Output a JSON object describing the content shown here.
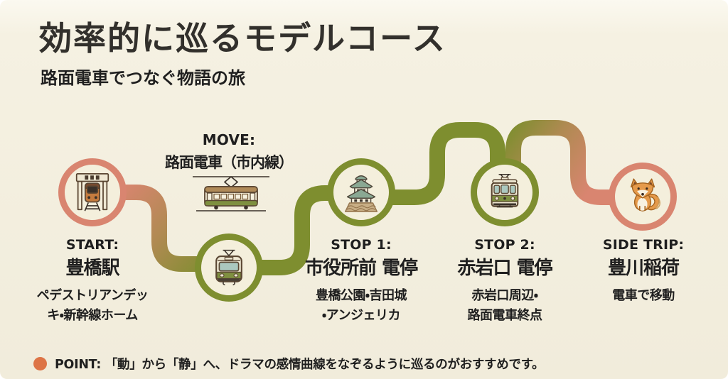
{
  "header": {
    "title": "効率的に巡るモデルコース",
    "subtitle": "路面電車でつなぐ物語の旅"
  },
  "route": {
    "nodes": [
      {
        "id": "start",
        "label": "START:",
        "name": "豊橋駅",
        "desc_lines": [
          "ペデストリアンデッ",
          "キ・新幹線ホーム"
        ],
        "icon": "train-station-icon",
        "ring": "#d98570"
      },
      {
        "id": "move",
        "label": "MOVE:",
        "name": "路面電車（市内線）",
        "desc_lines": [],
        "icon": "tram-front-icon",
        "ring": "#7e8e2f"
      },
      {
        "id": "stop1",
        "label": "STOP 1:",
        "name": "市役所前 電停",
        "desc_lines": [
          "豊橋公園・吉田城",
          "・アンジェリカ"
        ],
        "icon": "castle-icon",
        "ring": "#7e8e2f"
      },
      {
        "id": "stop2",
        "label": "STOP 2:",
        "name": "赤岩口 電停",
        "desc_lines": [
          "赤岩口周辺・",
          "路面電車終点"
        ],
        "icon": "tram-front-2-icon",
        "ring": "#7e8e2f"
      },
      {
        "id": "side-trip",
        "label": "SIDE TRIP:",
        "name": "豊川稲荷",
        "desc_lines": [
          "電車で移動"
        ],
        "icon": "fox-icon",
        "ring": "#d98570"
      }
    ]
  },
  "footer": {
    "label": "POINT:",
    "text": "「動」から「静」へ、ドラマの感情曲線をなぞるように巡るのがおすすめです。"
  },
  "colors": {
    "salmon": "#d98570",
    "olive": "#7e8e2f",
    "mid": "#b08a52",
    "bullet": "#dd7446",
    "bg": "#f4f0e1",
    "text": "#1f1f1f",
    "title": "#32302c"
  }
}
